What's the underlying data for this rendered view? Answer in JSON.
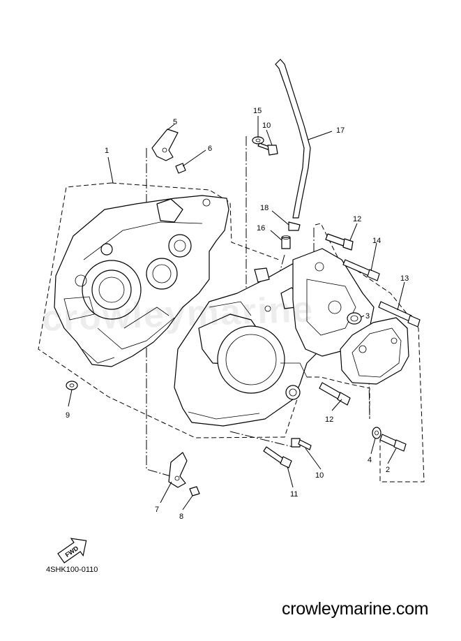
{
  "diagram": {
    "callouts": [
      {
        "id": "c1",
        "label": "1"
      },
      {
        "id": "c2",
        "label": "2"
      },
      {
        "id": "c3",
        "label": "3"
      },
      {
        "id": "c4",
        "label": "4"
      },
      {
        "id": "c5",
        "label": "5"
      },
      {
        "id": "c6",
        "label": "6"
      },
      {
        "id": "c7",
        "label": "7"
      },
      {
        "id": "c8",
        "label": "8"
      },
      {
        "id": "c9",
        "label": "9"
      },
      {
        "id": "c10a",
        "label": "10"
      },
      {
        "id": "c10b",
        "label": "10"
      },
      {
        "id": "c11",
        "label": "11"
      },
      {
        "id": "c12a",
        "label": "12"
      },
      {
        "id": "c12b",
        "label": "12"
      },
      {
        "id": "c13",
        "label": "13"
      },
      {
        "id": "c14",
        "label": "14"
      },
      {
        "id": "c15",
        "label": "15"
      },
      {
        "id": "c16",
        "label": "16"
      },
      {
        "id": "c17",
        "label": "17"
      },
      {
        "id": "c18",
        "label": "18"
      }
    ],
    "fwd_label": "FWD",
    "diagram_code": "4SHK100-0110",
    "watermark": "crowleymarine",
    "website": "crowleymarine.com"
  }
}
